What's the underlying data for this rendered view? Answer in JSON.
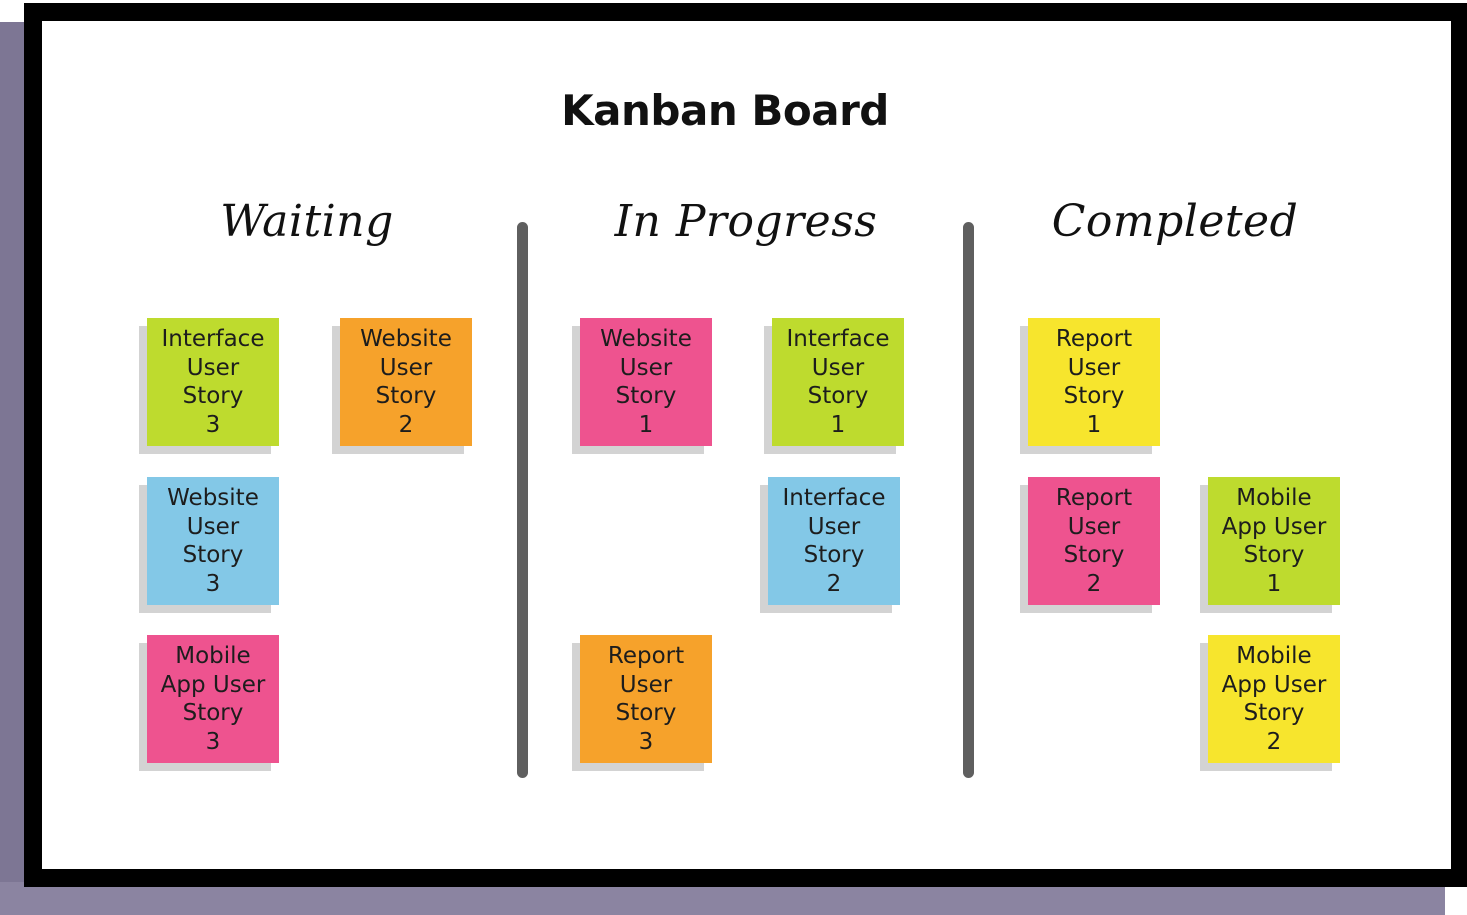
{
  "title": "Kanban Board",
  "columns": [
    {
      "name": "Waiting"
    },
    {
      "name": "In Progress"
    },
    {
      "name": "Completed"
    }
  ],
  "colors": {
    "green": "#bedb2e",
    "orange": "#f6a22b",
    "blue": "#83c8e7",
    "pink": "#ee538f",
    "yellow": "#f7e52d",
    "divider": "#5f5f5f",
    "frame": "#000000",
    "frame_shadow": "#8b84a1"
  },
  "notes": {
    "waiting": [
      {
        "lines": [
          "Interface",
          "User",
          "Story",
          "3"
        ],
        "color": "green"
      },
      {
        "lines": [
          "Website",
          "User",
          "Story",
          "2"
        ],
        "color": "orange"
      },
      {
        "lines": [
          "Website",
          "User",
          "Story",
          "3"
        ],
        "color": "blue"
      },
      {
        "lines": [
          "Mobile",
          "App User",
          "Story",
          "3"
        ],
        "color": "pink"
      }
    ],
    "in_progress": [
      {
        "lines": [
          "Website",
          "User",
          "Story",
          "1"
        ],
        "color": "pink"
      },
      {
        "lines": [
          "Interface",
          "User",
          "Story",
          "1"
        ],
        "color": "green"
      },
      {
        "lines": [
          "Interface",
          "User",
          "Story",
          "2"
        ],
        "color": "blue"
      },
      {
        "lines": [
          "Report",
          "User",
          "Story",
          "3"
        ],
        "color": "orange"
      }
    ],
    "completed": [
      {
        "lines": [
          "Report",
          "User",
          "Story",
          "1"
        ],
        "color": "yellow"
      },
      {
        "lines": [
          "Report",
          "User",
          "Story",
          "2"
        ],
        "color": "pink"
      },
      {
        "lines": [
          "Mobile",
          "App User",
          "Story",
          "1"
        ],
        "color": "green"
      },
      {
        "lines": [
          "Mobile",
          "App User",
          "Story",
          "2"
        ],
        "color": "yellow"
      }
    ]
  }
}
